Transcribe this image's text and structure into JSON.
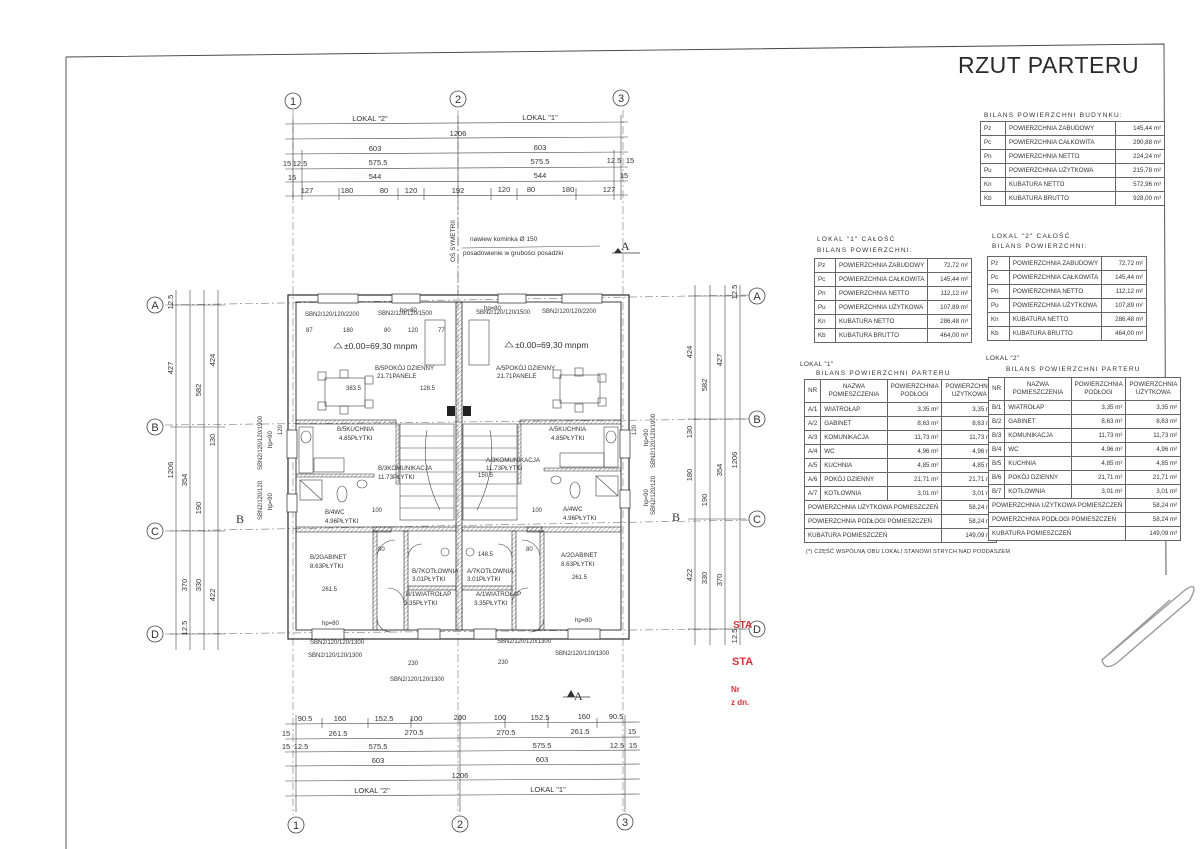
{
  "title": "RZUT PARTERU",
  "axes": {
    "numbers": [
      "1",
      "2",
      "3"
    ],
    "letters": [
      "A",
      "B",
      "C",
      "D"
    ],
    "section": "A",
    "section_b": "B"
  },
  "plan": {
    "lokal_top_left": "LOKAL \"2\"",
    "lokal_top_right": "LOKAL \"1\"",
    "lokal_bottom_left": "LOKAL \"2\"",
    "lokal_bottom_right": "LOKAL \"1\"",
    "os_symetrii": "OŚ SYMETRII",
    "chimney_note_1": "nawiew kominka Ø 150",
    "chimney_note_2": "posadowienie w grubości posadzki",
    "level_left": "±0.00=69,30 mnpm",
    "level_right": "±0.00=69,30 mnpm",
    "window_top_l1": "SBN2/120/120/2200",
    "window_top_l2": "SBN2/120/120/1500",
    "window_top_r1": "SBN2/120/120/1500",
    "window_top_r2": "SBN2/120/120/2200",
    "window_bottom_l": "SBN2/120/120/1300",
    "window_bottom_r": "SBN2/120/120/1300",
    "window_bottom_l2": "SBN2/120/120/1300",
    "window_bottom_r2": "SBN2/120/120/1300",
    "window_bottom_c": "SBN2/120/120/1300",
    "window_side_l1": "SBN2/120/120/1900",
    "window_side_l2": "SBN2/120/120",
    "window_side_r1": "SBN2/120/120/1900",
    "window_side_r2": "SBN2/120/120",
    "rooms": {
      "b5_name": "B/5POKÓJ DZIENNY",
      "b5_area": "21.71",
      "b5_floor": "PANELE",
      "a5_name": "A/5POKÓJ DZIENNY",
      "a5_area": "21.71",
      "a5_floor": "PANELE",
      "b4_name": "B/5KUCHNIA",
      "b4_area": "4.85",
      "b4_floor": "PŁYTKI",
      "a4_name": "A/5KUCHNIA",
      "a4_area": "4.85",
      "a4_floor": "PŁYTKI",
      "b3_name": "B/3KOMUNIKACJA",
      "b3_area": "11.73",
      "b3_floor": "PŁYTKI",
      "a3_name": "A/3KOMUNIKACJA",
      "a3_area": "11.73",
      "a3_floor": "PŁYTKI",
      "b_wc_name": "B/4WC",
      "b_wc_area": "4.96",
      "b_wc_floor": "PŁYTKI",
      "a_wc_name": "A/4WC",
      "a_wc_area": "4.96",
      "a_wc_floor": "PŁYTKI",
      "b2_name": "B/2GABINET",
      "b2_area": "8.63",
      "b2_floor": "PŁYTKI",
      "a2_name": "A/2GABINET",
      "a2_area": "8.63",
      "a2_floor": "PŁYTKI",
      "b7_name": "B/7KOTŁOWNIA",
      "b7_area": "3.01",
      "b7_floor": "PŁYTKI",
      "a7_name": "A/7KOTŁOWNIA",
      "a7_area": "3.01",
      "a7_floor": "PŁYTKI",
      "b1_name": "B/1WIATROŁAP",
      "b1_area": "3.35",
      "b1_floor": "PŁYTKI",
      "a1_name": "A/1WIATROŁAP",
      "a1_area": "3.35",
      "a1_floor": "PŁYTKI"
    },
    "hp_labels": [
      "hp=80",
      "hp=80",
      "hp=90",
      "hp=90",
      "hp=90",
      "hp=90",
      "hp=80",
      "hp=80"
    ],
    "inner_dims": [
      "87",
      "180",
      "80",
      "120",
      "77",
      "383.5",
      "128.5",
      "261.5",
      "261.5",
      "148.5",
      "150.5",
      "230",
      "230",
      "120",
      "120",
      "100",
      "100",
      "80",
      "80"
    ]
  },
  "dims": {
    "top_total": "1206",
    "top_half": [
      "603",
      "603"
    ],
    "top_row2": [
      "15",
      "12.5",
      "575.5",
      "575.5",
      "12.5",
      "15"
    ],
    "top_row3": [
      "15",
      "544",
      "544",
      "15"
    ],
    "top_row4": [
      "127",
      "180",
      "80",
      "120",
      "192",
      "120",
      "80",
      "180",
      "127"
    ],
    "bottom_row1": [
      "90.5",
      "160",
      "152.5",
      "100",
      "200",
      "100",
      "152.5",
      "160",
      "90.5"
    ],
    "bottom_row2": [
      "15",
      "261.5",
      "270.5",
      "270.5",
      "261.5",
      "15"
    ],
    "bottom_row3": [
      "15",
      "12.5",
      "575.5",
      "575.5",
      "12.5",
      "15"
    ],
    "bottom_half": [
      "603",
      "603"
    ],
    "bottom_total": "1206",
    "left_outer": [
      "12.5",
      "427",
      "1206",
      "370",
      "12.5"
    ],
    "left_inner": [
      "582",
      "354",
      "422"
    ],
    "left_detail": [
      "424",
      "130",
      "190",
      "330"
    ],
    "right_outer": [
      "12.5",
      "424",
      "1206",
      "422",
      "12.5"
    ],
    "right_inner": [
      "582",
      "354",
      "370"
    ],
    "right_detail": [
      "427",
      "130",
      "180",
      "190",
      "330"
    ]
  },
  "bilans_budynku": {
    "caption": "BILANS POWIERZCHNI BUDYNKU:",
    "rows": [
      {
        "code": "Pz",
        "name": "POWIERZCHNIA ZABUDOWY",
        "value": "145,44 m²"
      },
      {
        "code": "Pc",
        "name": "POWIERZCHNIA CAŁKOWITA",
        "value": "290,88 m²"
      },
      {
        "code": "Pn",
        "name": "POWIERZCHNIA NETTO",
        "value": "224,24 m²"
      },
      {
        "code": "Pu",
        "name": "POWIERZCHNIA UŻYTKOWA",
        "value": "215,78 m²"
      },
      {
        "code": "Kn",
        "name": "KUBATURA NETTO",
        "value": "572,96 m³"
      },
      {
        "code": "Kb",
        "name": "KUBATURA BRUTTO",
        "value": "928,00 m³"
      }
    ]
  },
  "lokal1_total": {
    "caption1": "LOKAL \"1\" CAŁOŚĆ",
    "caption2": "BILANS POWIERZCHNI:",
    "rows": [
      {
        "code": "Pz",
        "name": "POWIERZCHNIA ZABUDOWY",
        "value": "72,72 m²"
      },
      {
        "code": "Pc",
        "name": "POWIERZCHNIA CAŁKOWITA",
        "value": "145,44 m²"
      },
      {
        "code": "Pn",
        "name": "POWIERZCHNIA NETTO",
        "value": "112,12 m²"
      },
      {
        "code": "Pu",
        "name": "POWIERZCHNIA UŻYTKOWA",
        "value": "107,89 m²"
      },
      {
        "code": "Kn",
        "name": "KUBATURA NETTO",
        "value": "286,48 m³"
      },
      {
        "code": "Kb",
        "name": "KUBATURA BRUTTO",
        "value": "464,00 m³"
      }
    ]
  },
  "lokal2_total": {
    "caption1": "LOKAL \"2\" CAŁOŚĆ",
    "caption2": "BILANS POWIERZCHNI:",
    "rows": [
      {
        "code": "Pz",
        "name": "POWIERZCHNIA ZABUDOWY",
        "value": "72,72 m²"
      },
      {
        "code": "Pc",
        "name": "POWIERZCHNIA CAŁKOWITA",
        "value": "145,44 m²"
      },
      {
        "code": "Pn",
        "name": "POWIERZCHNIA NETTO",
        "value": "112,12 m²"
      },
      {
        "code": "Pu",
        "name": "POWIERZCHNIA UŻYTKOWA",
        "value": "107,89 m²"
      },
      {
        "code": "Kn",
        "name": "KUBATURA NETTO",
        "value": "286,48 m³"
      },
      {
        "code": "Kb",
        "name": "KUBATURA BRUTTO",
        "value": "464,00 m³"
      }
    ]
  },
  "lokal1_parter": {
    "lokal": "LOKAL \"1\"",
    "caption": "BILANS POWIERZCHNI PARTERU",
    "head": {
      "nr": "NR",
      "name": "NAZWA POMIESZCZENIA",
      "podlogi": "POWIERZCHNIA PODŁOGI",
      "uzytkowa": "POWIERZCHNIA UŻYTKOWA"
    },
    "rows": [
      {
        "nr": "A/1",
        "name": "WIATROŁAP",
        "podlogi": "3,35 m²",
        "uzytkowa": "3,35 m²"
      },
      {
        "nr": "A/2",
        "name": "GABINET",
        "podlogi": "8,63 m²",
        "uzytkowa": "8,63 m²"
      },
      {
        "nr": "A/3",
        "name": "KOMUNIKACJA",
        "podlogi": "11,73 m²",
        "uzytkowa": "11,73 m²"
      },
      {
        "nr": "A/4",
        "name": "WC",
        "podlogi": "4,96 m²",
        "uzytkowa": "4,96 m²"
      },
      {
        "nr": "A/5",
        "name": "KUCHNIA",
        "podlogi": "4,85 m²",
        "uzytkowa": "4,85 m²"
      },
      {
        "nr": "A/6",
        "name": "POKÓJ DZIENNY",
        "podlogi": "21,71 m²",
        "uzytkowa": "21,71 m²"
      },
      {
        "nr": "A/7",
        "name": "KOTŁOWNIA",
        "podlogi": "3,01 m²",
        "uzytkowa": "3,01 m²"
      }
    ],
    "summary": [
      {
        "name": "POWIERZCHNIA UŻYTKOWA POMIESZCZEŃ",
        "value": "58,24 m²"
      },
      {
        "name": "POWIERZCHNIA PODŁOGI POMIESZCZEŃ",
        "value": "58,24 m²"
      },
      {
        "name": "KUBATURA POMIESZCZEŃ",
        "value": "149,09 m³"
      }
    ],
    "note": "(*) CZĘŚĆ WSPÓLNĄ OBU LOKALI STANOWI STRYCH NAD PODDASZEM"
  },
  "lokal2_parter": {
    "lokal": "LOKAL \"2\"",
    "caption": "BILANS POWIERZCHNI PARTERU",
    "head": {
      "nr": "NR",
      "name": "NAZWA POMIESZCZENIA",
      "podlogi": "POWIERZCHNIA PODŁOGI",
      "uzytkowa": "POWIERZCHNIA UŻYTKOWA"
    },
    "rows": [
      {
        "nr": "B/1",
        "name": "WIATROŁAP",
        "podlogi": "3,35 m²",
        "uzytkowa": "3,35 m²"
      },
      {
        "nr": "B/2",
        "name": "GABINET",
        "podlogi": "8,63 m²",
        "uzytkowa": "8,63 m²"
      },
      {
        "nr": "B/3",
        "name": "KOMUNIKACJA",
        "podlogi": "11,73 m²",
        "uzytkowa": "11,73 m²"
      },
      {
        "nr": "B/4",
        "name": "WC",
        "podlogi": "4,96 m²",
        "uzytkowa": "4,96 m²"
      },
      {
        "nr": "B/5",
        "name": "KUCHNIA",
        "podlogi": "4,85 m²",
        "uzytkowa": "4,85 m²"
      },
      {
        "nr": "B/6",
        "name": "POKÓJ DZIENNY",
        "podlogi": "21,71 m²",
        "uzytkowa": "21,71 m²"
      },
      {
        "nr": "B/7",
        "name": "KOTŁOWNIA",
        "podlogi": "3,01 m²",
        "uzytkowa": "3,01 m²"
      }
    ],
    "summary": [
      {
        "name": "POWIERZCHNIA UŻYTKOWA POMIESZCZEŃ",
        "value": "58,24 m²"
      },
      {
        "name": "POWIERZCHNIA PODŁOGI POMIESZCZEŃ",
        "value": "58,24 m²"
      },
      {
        "name": "KUBATURA POMIESZCZEŃ",
        "value": "149,09 m³"
      }
    ]
  },
  "stamps": {
    "sta1": "STA",
    "sta2": "STA",
    "nr": "Nr",
    "zdn": "z dn."
  },
  "colors": {
    "ink": "#2b2b2b",
    "stamp_red": "#e0313a"
  }
}
